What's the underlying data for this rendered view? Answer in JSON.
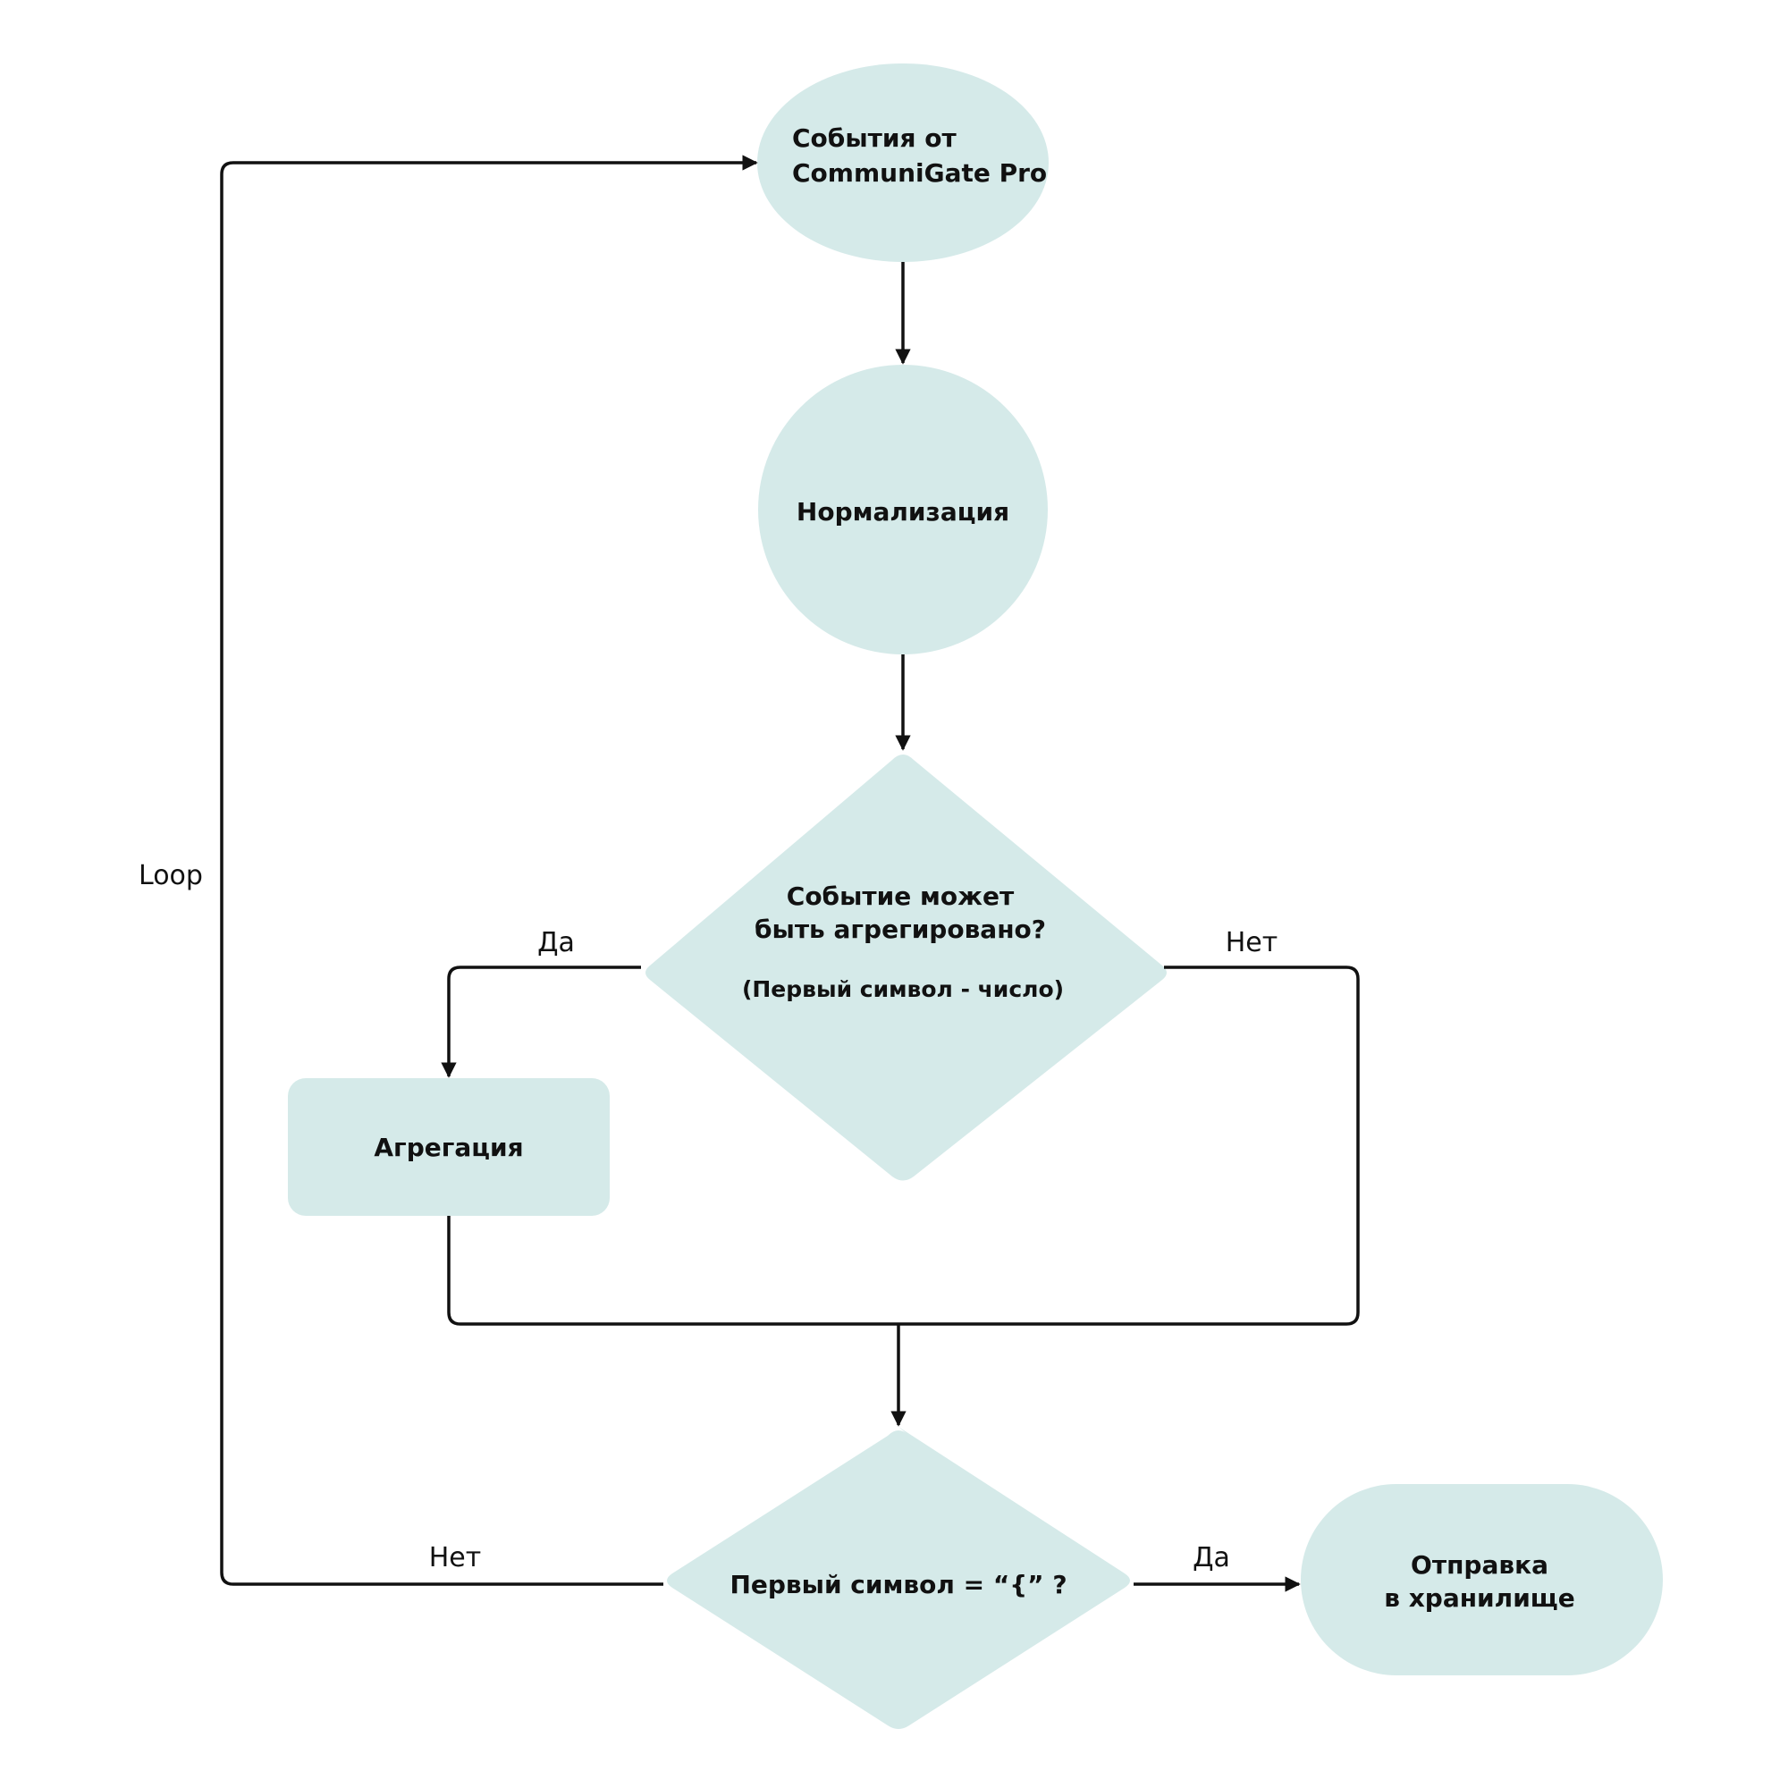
{
  "nodes": {
    "start": {
      "lines": [
        "События от",
        "CommuniGate Pro"
      ]
    },
    "normalize": {
      "lines": [
        "Нормализация"
      ]
    },
    "decision1": {
      "lines": [
        "Событие может",
        "быть агрегировано?"
      ],
      "note": "(Первый символ - число)"
    },
    "aggregate": {
      "lines": [
        "Агрегация"
      ]
    },
    "decision2": {
      "lines": [
        "Первый символ  = “{” ?"
      ]
    },
    "send": {
      "lines": [
        "Отправка",
        "в хранилище"
      ]
    }
  },
  "edges": {
    "decision1_yes": "Да",
    "decision1_no": "Нет",
    "decision2_no": "Нет",
    "decision2_yes": "Да",
    "loop": "Loop"
  },
  "colors": {
    "node_fill": "#d5eae9",
    "line": "#111111",
    "background": "#ffffff"
  }
}
